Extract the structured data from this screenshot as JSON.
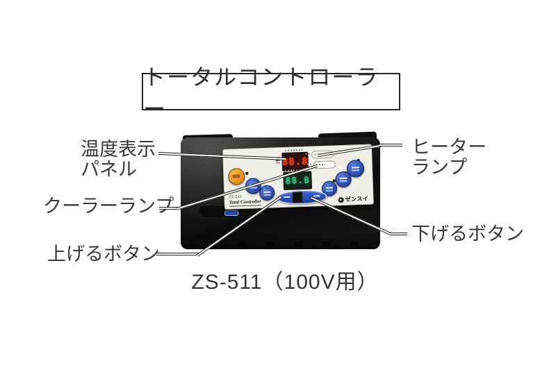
{
  "title": "トータルコントローラー",
  "caption": "ZS-511（100V用）",
  "labels": {
    "temp_line1": "温度表示",
    "temp_line2": "パネル",
    "cooler": "クーラーランプ",
    "up": "上げるボタン",
    "heater_line1": "ヒーター",
    "heater_line2": "ランプ",
    "down": "下げるボタン"
  },
  "device": {
    "model": "ZS-511",
    "brand": "Total Controller",
    "logo": "ゼンスイ",
    "display_temp": "88.8",
    "display_set": "88.8",
    "colors": {
      "body": "#161616",
      "panel": "#f1efe9",
      "temp_digits": "#ef3b22",
      "set_digits": "#35c07a",
      "power_button": "#e08a18",
      "blue_button": "#2a4aa6",
      "rocker": "#2b51b4"
    }
  }
}
